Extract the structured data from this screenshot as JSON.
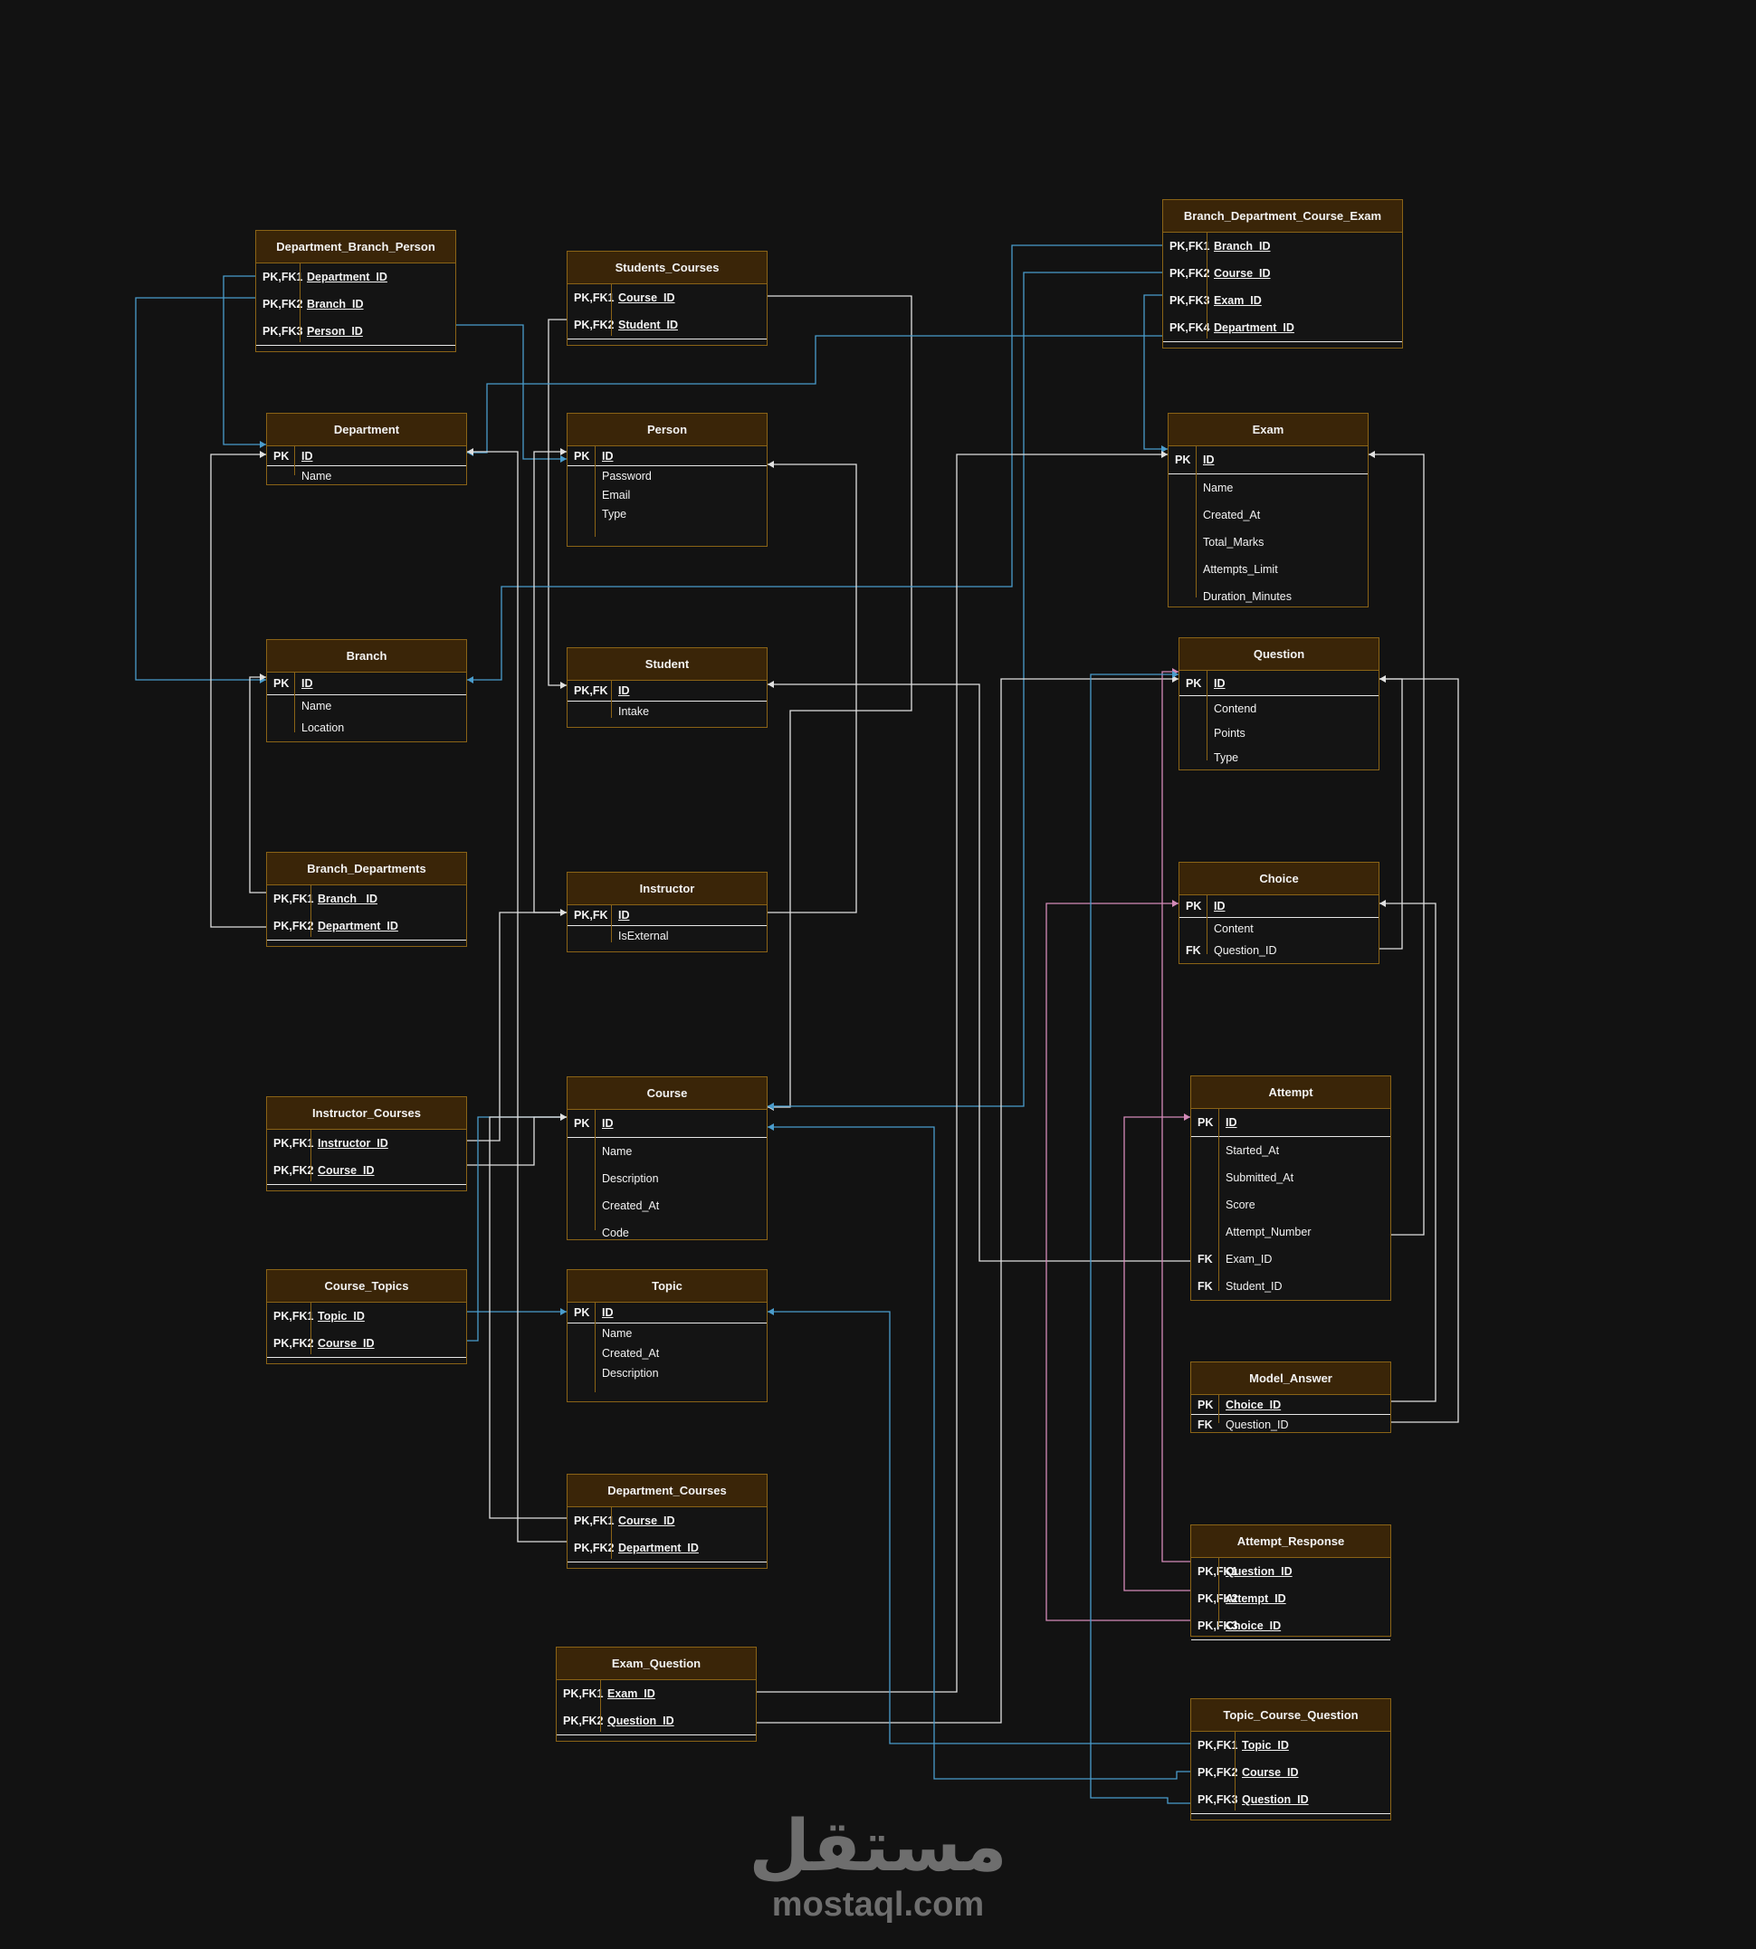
{
  "tables": [
    {
      "id": "dbp",
      "title": "Department_Branch_Person",
      "cols": [
        {
          "k": "PK,FK1",
          "n": "Department_ID",
          "pk": true
        },
        {
          "k": "PK,FK2",
          "n": "Branch_ID",
          "pk": true
        },
        {
          "k": "PK,FK3",
          "n": "Person_ID",
          "pk": true
        }
      ]
    },
    {
      "id": "sc",
      "title": "Students_Courses",
      "cols": [
        {
          "k": "PK,FK1",
          "n": "Course_ID",
          "pk": true
        },
        {
          "k": "PK,FK2",
          "n": "Student_ID",
          "pk": true
        }
      ]
    },
    {
      "id": "bdce",
      "title": "Branch_Department_Course_Exam",
      "cols": [
        {
          "k": "PK,FK1",
          "n": "Branch_ID",
          "pk": true
        },
        {
          "k": "PK,FK2",
          "n": "Course_ID",
          "pk": true
        },
        {
          "k": "PK,FK3",
          "n": "Exam_ID",
          "pk": true
        },
        {
          "k": "PK,FK4",
          "n": "Department_ID",
          "pk": true
        }
      ]
    },
    {
      "id": "dept",
      "title": "Department",
      "cols": [
        {
          "k": "PK",
          "n": "ID",
          "pk": true
        },
        {
          "k": "",
          "n": "Name"
        }
      ]
    },
    {
      "id": "person",
      "title": "Person",
      "cols": [
        {
          "k": "PK",
          "n": "ID",
          "pk": true
        },
        {
          "k": "",
          "n": "Password"
        },
        {
          "k": "",
          "n": "Email"
        },
        {
          "k": "",
          "n": "Type"
        }
      ]
    },
    {
      "id": "exam",
      "title": "Exam",
      "cols": [
        {
          "k": "PK",
          "n": "ID",
          "pk": true
        },
        {
          "k": "",
          "n": "Name"
        },
        {
          "k": "",
          "n": "Created_At"
        },
        {
          "k": "",
          "n": "Total_Marks"
        },
        {
          "k": "",
          "n": "Attempts_Limit"
        },
        {
          "k": "",
          "n": "Duration_Minutes"
        }
      ]
    },
    {
      "id": "branch",
      "title": "Branch",
      "cols": [
        {
          "k": "PK",
          "n": "ID",
          "pk": true
        },
        {
          "k": "",
          "n": "Name"
        },
        {
          "k": "",
          "n": "Location"
        }
      ]
    },
    {
      "id": "student",
      "title": "Student",
      "cols": [
        {
          "k": "PK,FK",
          "n": "ID",
          "pk": true
        },
        {
          "k": "",
          "n": "Intake"
        }
      ]
    },
    {
      "id": "question",
      "title": "Question",
      "cols": [
        {
          "k": "PK",
          "n": "ID",
          "pk": true
        },
        {
          "k": "",
          "n": "Contend"
        },
        {
          "k": "",
          "n": "Points"
        },
        {
          "k": "",
          "n": "Type"
        }
      ]
    },
    {
      "id": "bd",
      "title": "Branch_Departments",
      "cols": [
        {
          "k": "PK,FK1",
          "n": "Branch _ID",
          "pk": true
        },
        {
          "k": "PK,FK2",
          "n": "Department_ID",
          "pk": true
        }
      ]
    },
    {
      "id": "instructor",
      "title": "Instructor",
      "cols": [
        {
          "k": "PK,FK",
          "n": "ID",
          "pk": true
        },
        {
          "k": "",
          "n": "IsExternal"
        }
      ]
    },
    {
      "id": "choice",
      "title": "Choice",
      "cols": [
        {
          "k": "PK",
          "n": "ID",
          "pk": true
        },
        {
          "k": "",
          "n": "Content"
        },
        {
          "k": "FK",
          "n": "Question_ID"
        }
      ]
    },
    {
      "id": "ic",
      "title": "Instructor_Courses",
      "cols": [
        {
          "k": "PK,FK1",
          "n": "Instructor_ID",
          "pk": true
        },
        {
          "k": "PK,FK2",
          "n": "Course_ID",
          "pk": true
        }
      ]
    },
    {
      "id": "course",
      "title": "Course",
      "cols": [
        {
          "k": "PK",
          "n": "ID",
          "pk": true
        },
        {
          "k": "",
          "n": "Name"
        },
        {
          "k": "",
          "n": "Description"
        },
        {
          "k": "",
          "n": "Created_At"
        },
        {
          "k": "",
          "n": "Code"
        }
      ]
    },
    {
      "id": "attempt",
      "title": "Attempt",
      "cols": [
        {
          "k": "PK",
          "n": "ID",
          "pk": true
        },
        {
          "k": "",
          "n": "Started_At"
        },
        {
          "k": "",
          "n": "Submitted_At"
        },
        {
          "k": "",
          "n": "Score"
        },
        {
          "k": "",
          "n": "Attempt_Number"
        },
        {
          "k": "FK",
          "n": "Exam_ID"
        },
        {
          "k": "FK",
          "n": "Student_ID"
        }
      ]
    },
    {
      "id": "ct",
      "title": "Course_Topics",
      "cols": [
        {
          "k": "PK,FK1",
          "n": "Topic_ID",
          "pk": true
        },
        {
          "k": "PK,FK2",
          "n": "Course_ID",
          "pk": true
        }
      ]
    },
    {
      "id": "topic",
      "title": "Topic",
      "cols": [
        {
          "k": "PK",
          "n": "ID",
          "pk": true
        },
        {
          "k": "",
          "n": "Name"
        },
        {
          "k": "",
          "n": "Created_At"
        },
        {
          "k": "",
          "n": "Description"
        }
      ]
    },
    {
      "id": "ma",
      "title": "Model_Answer",
      "cols": [
        {
          "k": "PK",
          "n": "Choice_ID",
          "pk": true
        },
        {
          "k": "FK",
          "n": "Question_ID"
        }
      ]
    },
    {
      "id": "dc",
      "title": "Department_Courses",
      "cols": [
        {
          "k": "PK,FK1",
          "n": "Course_ID",
          "pk": true
        },
        {
          "k": "PK,FK2",
          "n": "Department_ID",
          "pk": true
        }
      ]
    },
    {
      "id": "ar",
      "title": "Attempt_Response",
      "cols": [
        {
          "k": "PK,FK1",
          "n": "Question_ID",
          "pk": true
        },
        {
          "k": "PK,FK2",
          "n": "Attempt_ID",
          "pk": true
        },
        {
          "k": "PK,FK3",
          "n": "Choice_ID",
          "pk": true
        }
      ]
    },
    {
      "id": "eq",
      "title": "Exam_Question",
      "cols": [
        {
          "k": "PK,FK1",
          "n": "Exam_ID",
          "pk": true
        },
        {
          "k": "PK,FK2",
          "n": "Question_ID",
          "pk": true
        }
      ]
    },
    {
      "id": "tcq",
      "title": "Topic_Course_Question",
      "cols": [
        {
          "k": "PK,FK1",
          "n": "Topic_ID",
          "pk": true
        },
        {
          "k": "PK,FK2",
          "n": "Course_ID",
          "pk": true
        },
        {
          "k": "PK,FK3",
          "n": "Question_ID",
          "pk": true
        }
      ]
    }
  ],
  "watermark": {
    "arabic": "مستقل",
    "latin": "mostaql.com"
  },
  "colors": {
    "header": "#3a2508",
    "border": "#8a6316",
    "line_white": "#e0e0e0",
    "line_blue": "#4a9ccc",
    "line_pink": "#d48ab8"
  }
}
